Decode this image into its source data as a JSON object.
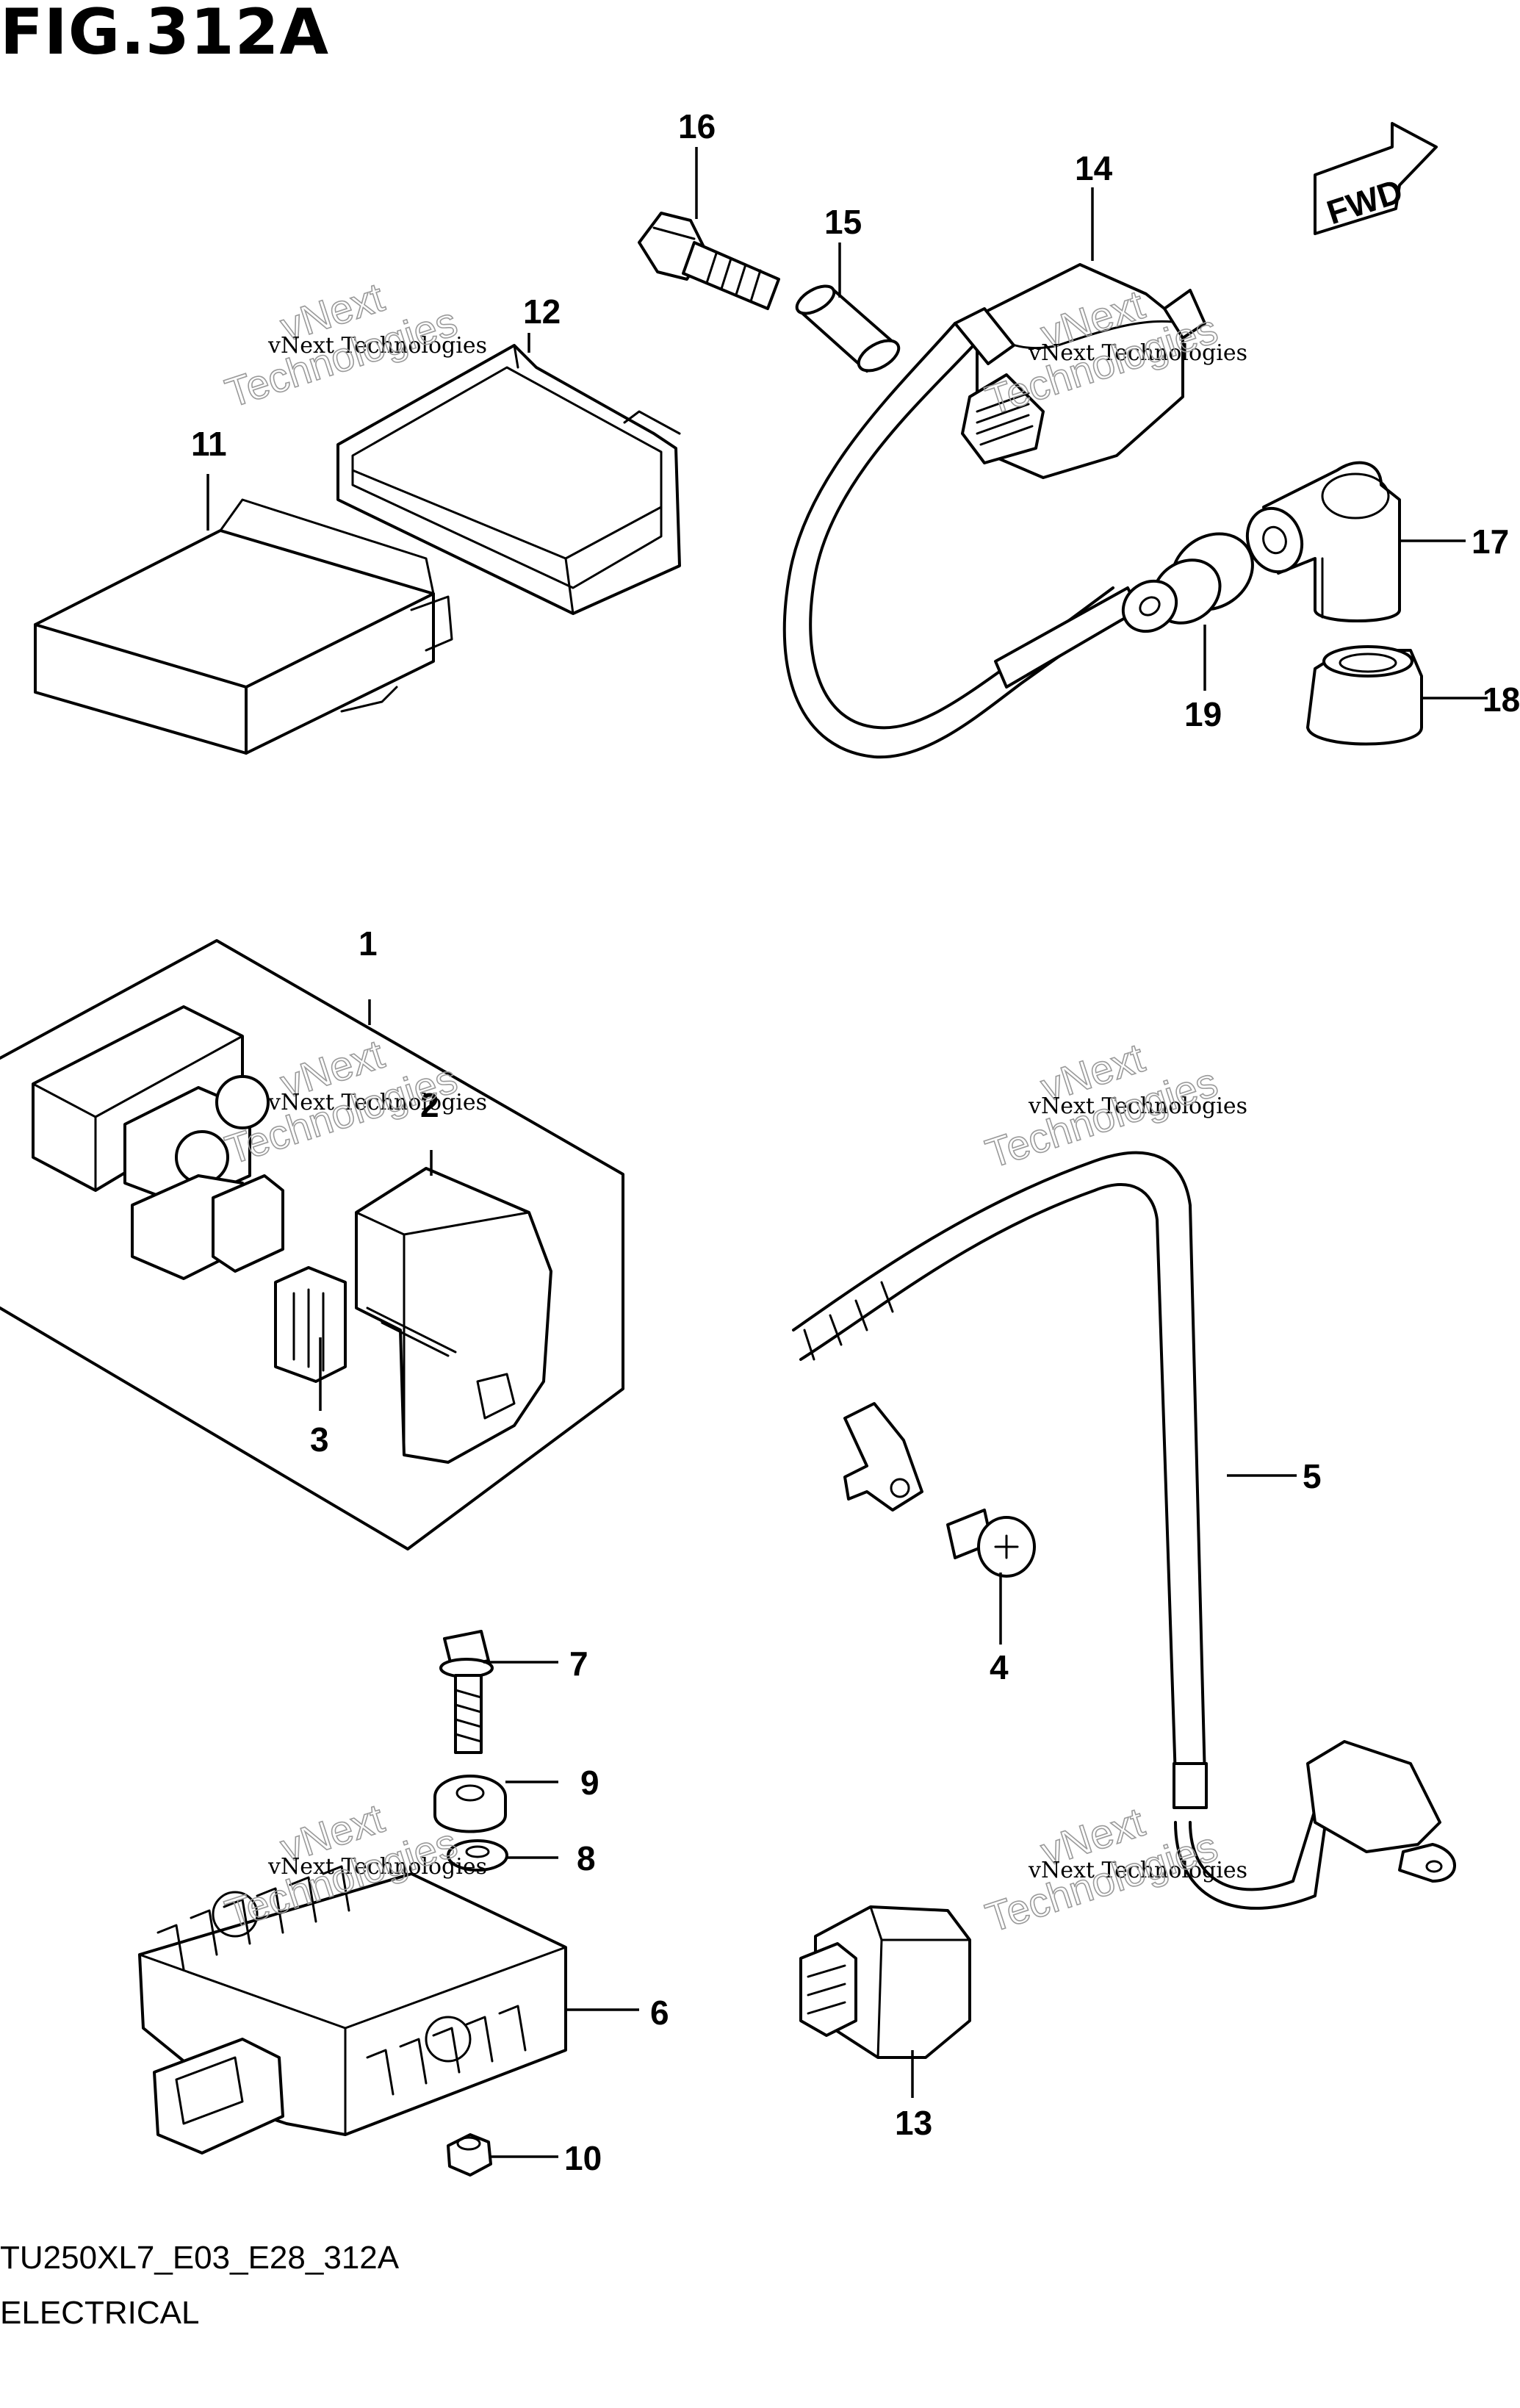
{
  "figure": {
    "title": "FIG.312A"
  },
  "footer": {
    "model_code": "TU250XL7_E03_E28_312A",
    "section": "ELECTRICAL"
  },
  "direction": {
    "label": "FWD"
  },
  "watermark": {
    "line1": "vNext",
    "line2": "vNext Technologies",
    "line3": "Technologies"
  },
  "callouts": [
    "1",
    "2",
    "3",
    "4",
    "5",
    "6",
    "7",
    "8",
    "9",
    "10",
    "11",
    "12",
    "13",
    "14",
    "15",
    "16",
    "17",
    "18",
    "19"
  ]
}
